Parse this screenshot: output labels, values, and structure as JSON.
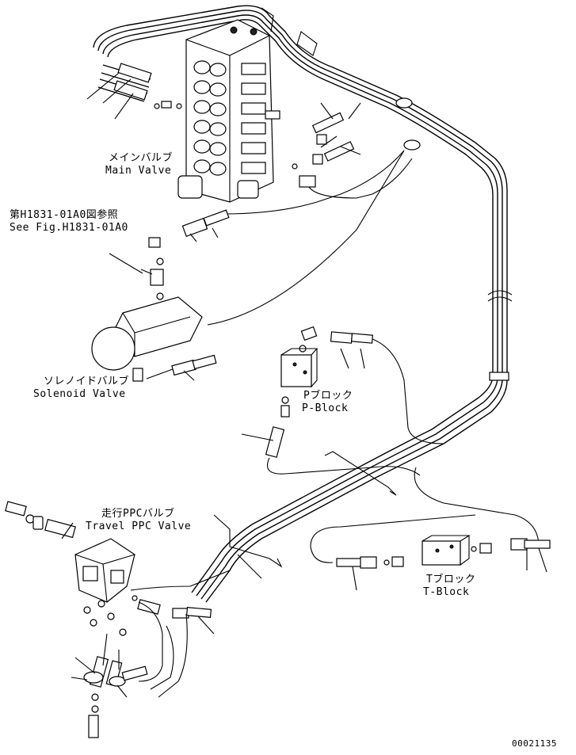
{
  "labels": {
    "main_valve_jp": "メインバルブ",
    "main_valve_en": "Main Valve",
    "see_fig_jp": "第H1831-01A0図参照",
    "see_fig_en": "See Fig.H1831-01A0",
    "solenoid_valve_jp": "ソレノイドバルブ",
    "solenoid_valve_en": "Solenoid Valve",
    "p_block_jp": "Pブロック",
    "p_block_en": "P-Block",
    "travel_ppc_valve_jp": "走行PPCバルブ",
    "travel_ppc_valve_en": "Travel PPC Valve",
    "t_block_jp": "Tブロック",
    "t_block_en": "T-Block",
    "drawing_number": "00021135"
  },
  "colors": {
    "line": "#000000",
    "background": "#ffffff"
  }
}
